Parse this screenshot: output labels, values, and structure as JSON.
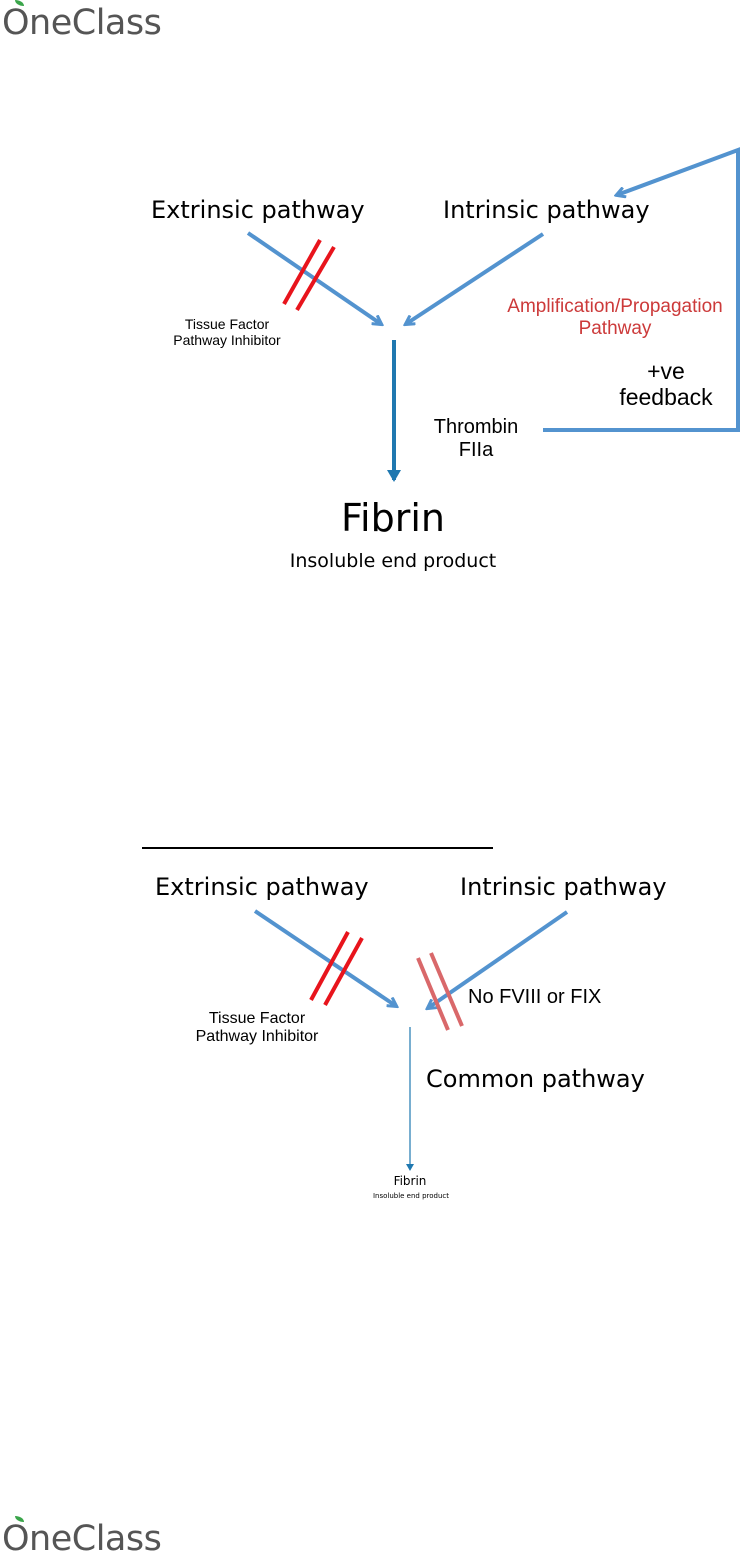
{
  "logo": {
    "text": "OneClass"
  },
  "diagram1": {
    "extrinsic": "Extrinsic pathway",
    "intrinsic": "Intrinsic pathway",
    "tfpi_line1": "Tissue Factor",
    "tfpi_line2": "Pathway Inhibitor",
    "amplification_line1": "Amplification/Propagation",
    "amplification_line2": "Pathway",
    "feedback_line1": "+ve",
    "feedback_line2": "feedback",
    "thrombin_line1": "Thrombin",
    "thrombin_line2": "FIIa",
    "fibrin": "Fibrin",
    "fibrin_sub": "Insoluble end product"
  },
  "diagram2": {
    "extrinsic": "Extrinsic pathway",
    "intrinsic": "Intrinsic pathway",
    "tfpi_line1": "Tissue Factor",
    "tfpi_line2": "Pathway Inhibitor",
    "no_factors": "No FVIII or FIX",
    "common": "Common pathway",
    "fibrin": "Fibrin",
    "fibrin_sub": "Insoluble end product"
  },
  "colors": {
    "arrow_blue": "#5393cf",
    "fibrin_arrow": "#1f78b0",
    "block_red": "#e8141c",
    "block_pink": "#d9686a",
    "amplification_text": "#cc3a3a"
  }
}
